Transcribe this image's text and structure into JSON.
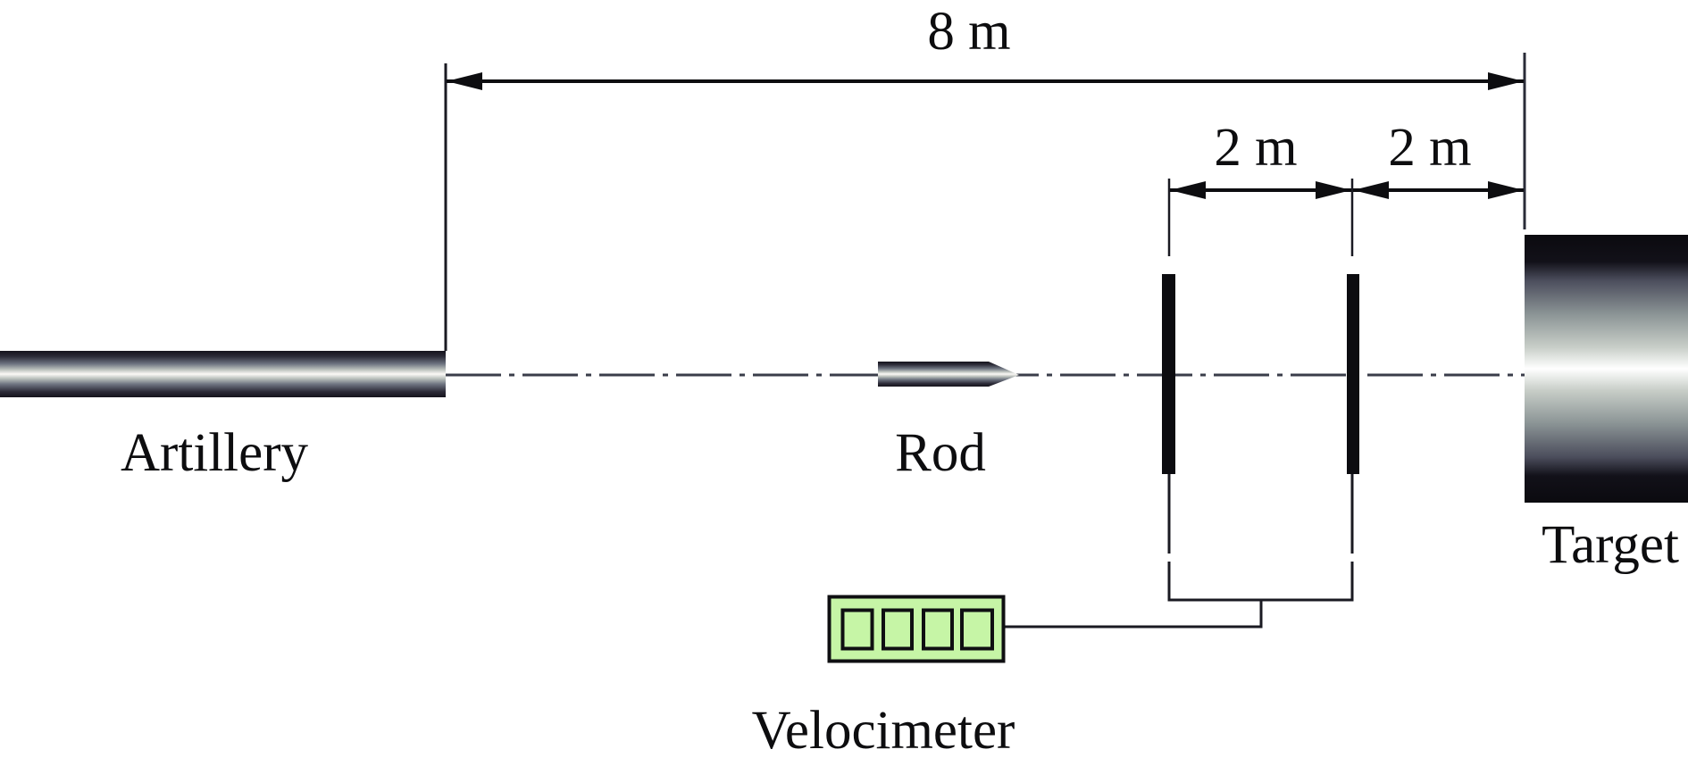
{
  "diagram": {
    "title": "Rod impact test setup",
    "components": {
      "artillery": {
        "label": "Artillery"
      },
      "rod": {
        "label": "Rod"
      },
      "target": {
        "label": "Target"
      },
      "velocimeter": {
        "label": "Velocimeter",
        "display_cells": 4
      },
      "velocity_screens": {
        "count": 2
      }
    },
    "dimensions": {
      "total": {
        "label": "8 m",
        "from": "artillery muzzle",
        "to": "target face"
      },
      "screen_spacing": {
        "label": "2 m",
        "from": "screen 1",
        "to": "screen 2"
      },
      "screen_to_target": {
        "label": "2 m",
        "from": "screen 2",
        "to": "target face"
      }
    },
    "colors": {
      "line": "#1a1a22",
      "centerline": "#3a3d4a",
      "velocimeter_fill": "#c6f5a6",
      "metal_dark": "#15131c",
      "metal_mid": "#6d7380",
      "metal_light": "#c9cec9",
      "metal_highlight": "#fbf9f6"
    }
  }
}
